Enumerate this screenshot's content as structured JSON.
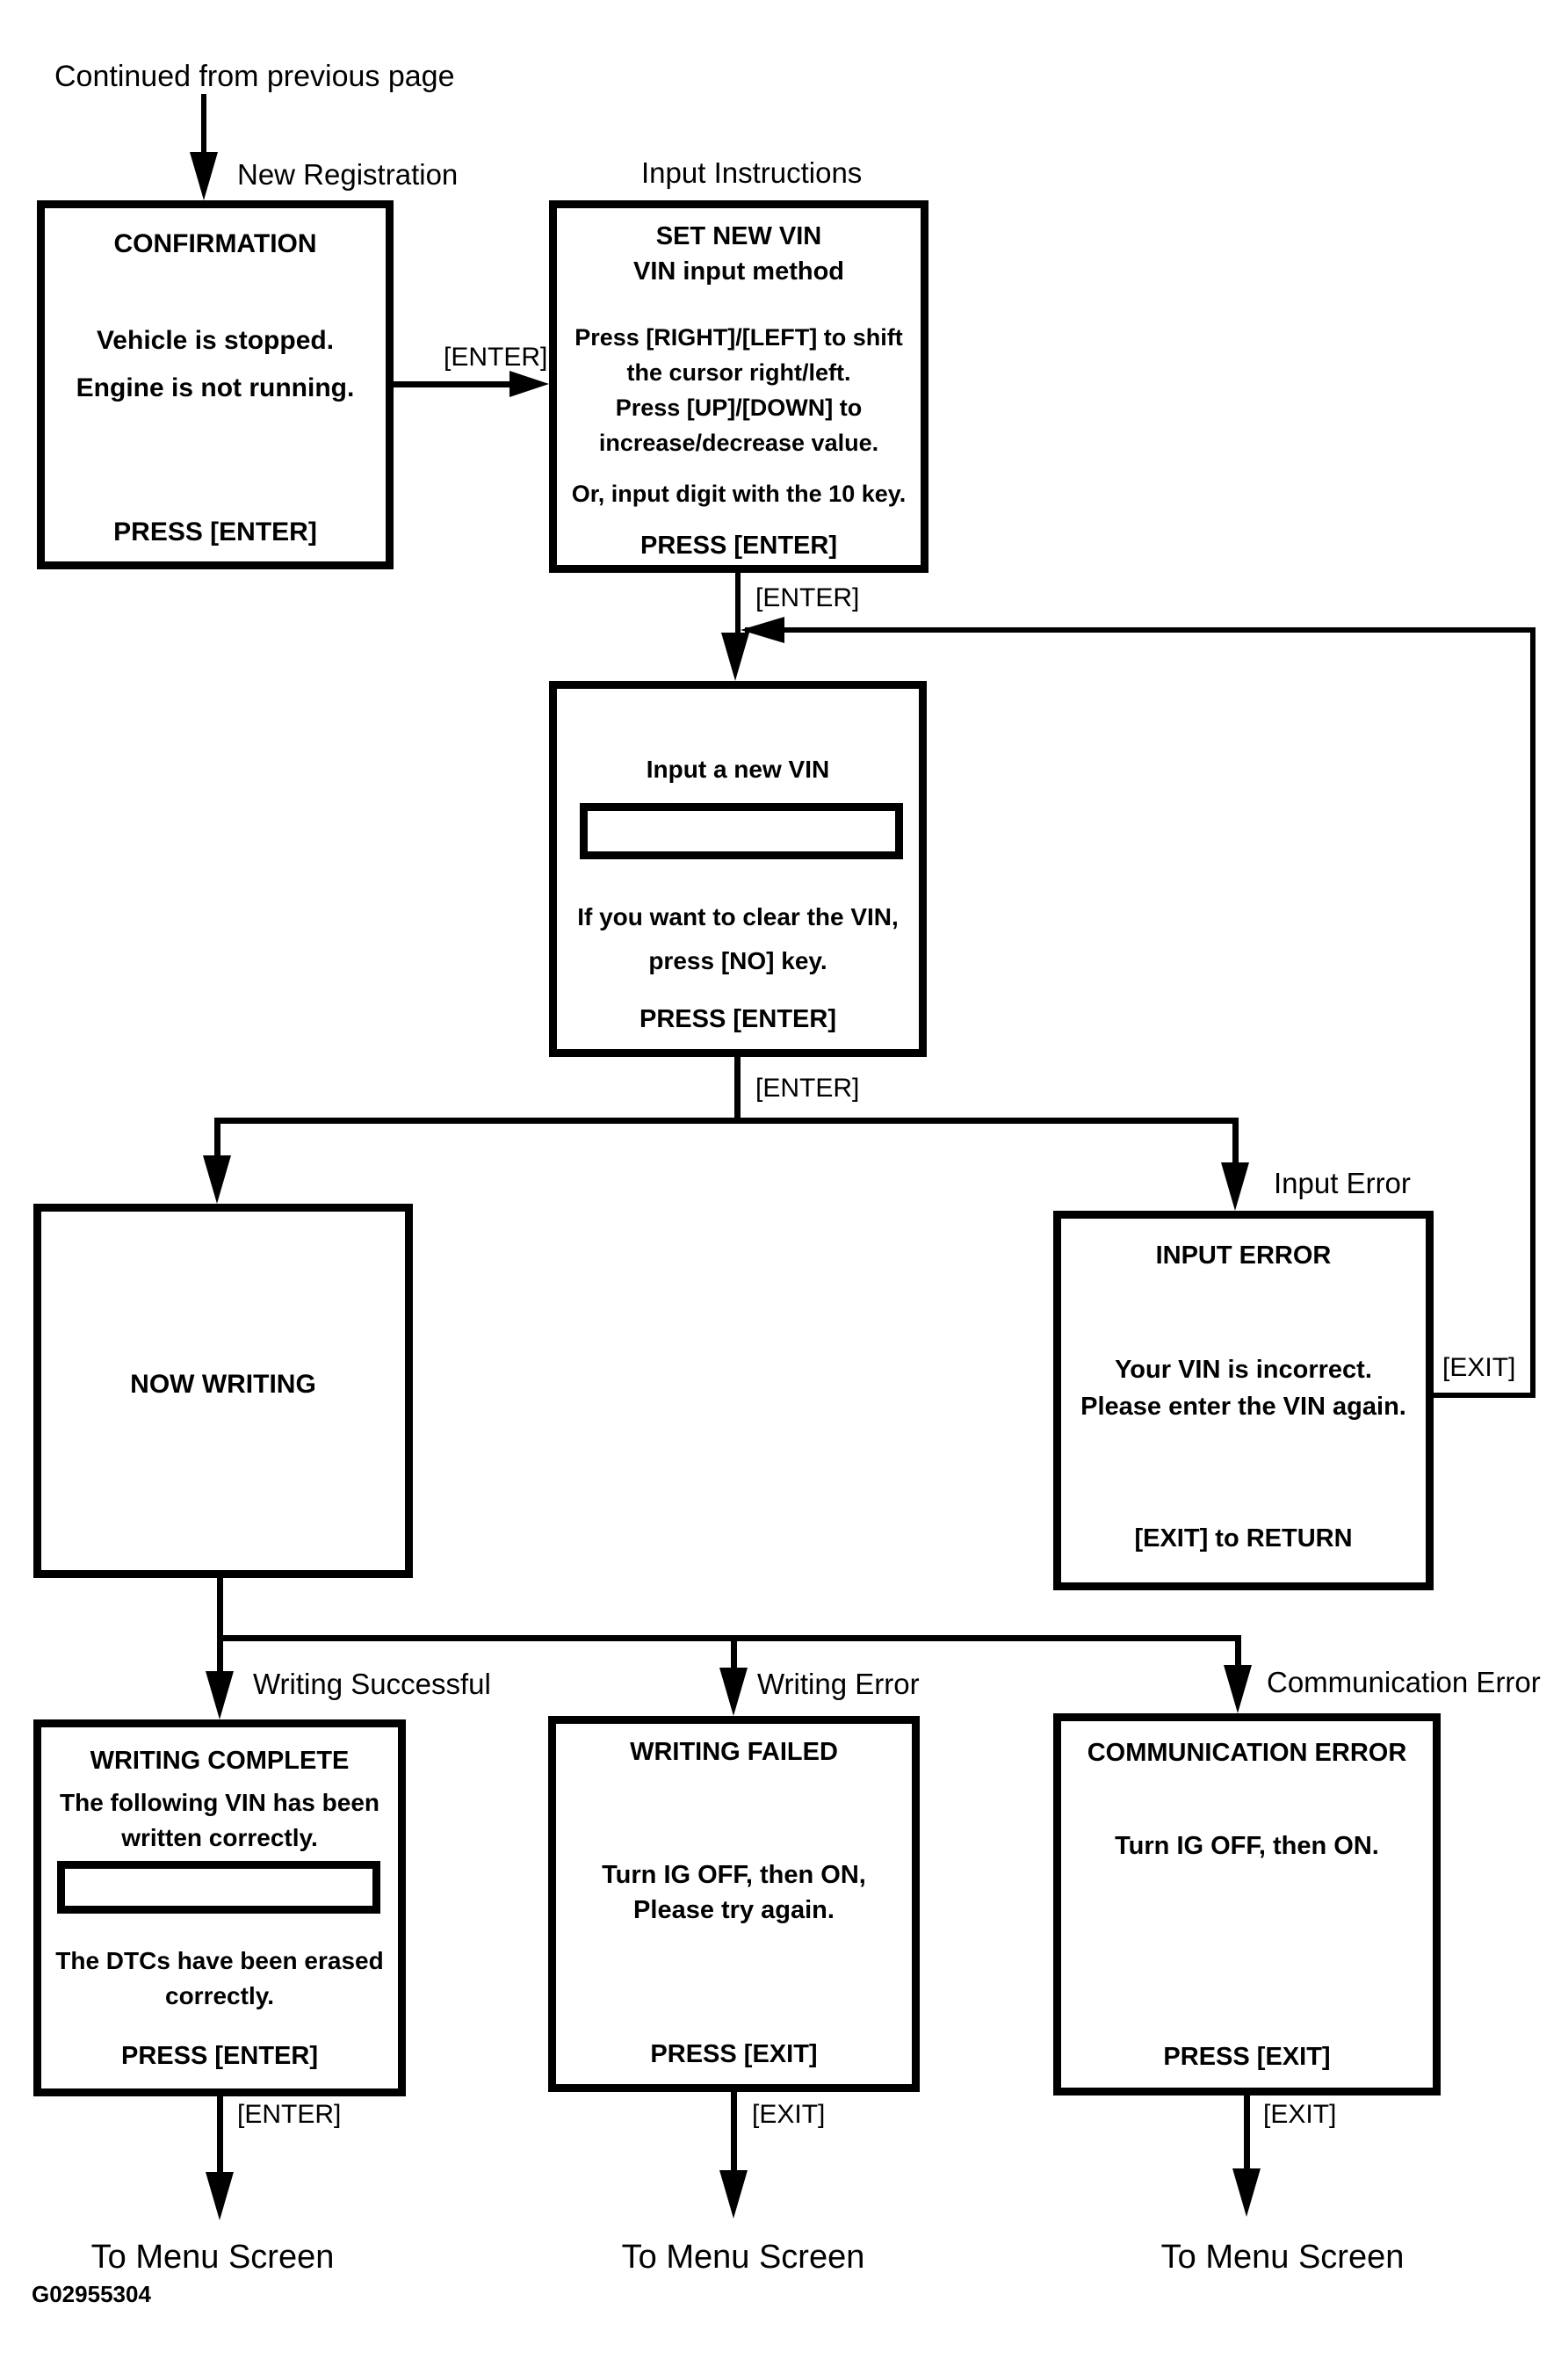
{
  "diagram": {
    "continued_from": "Continued from previous page",
    "figure_id": "G02955304",
    "to_menu_screen": "To Menu Screen"
  },
  "colors": {
    "line": "#000000",
    "background": "#ffffff",
    "text": "#000000"
  },
  "flow_labels": {
    "new_registration": "New Registration",
    "input_instructions": "Input Instructions",
    "enter_to_instructions": "[ENTER]",
    "enter_to_input_vin": "[ENTER]",
    "enter_after_input": "[ENTER]",
    "enter_below_complete": "[ENTER]",
    "exit_loop": "[EXIT]",
    "exit_below_failed": "[EXIT]",
    "exit_below_comm": "[EXIT]",
    "input_error": "Input Error",
    "writing_successful": "Writing Successful",
    "writing_error": "Writing Error",
    "communication_error": "Communication Error"
  },
  "screens": {
    "confirmation": {
      "title": "CONFIRMATION",
      "line1": "Vehicle is stopped.",
      "line2": "Engine is not running.",
      "press": "PRESS [ENTER]"
    },
    "set_new_vin": {
      "title": "SET NEW VIN",
      "subtitle": "VIN input method",
      "line1": "Press [RIGHT]/[LEFT] to shift",
      "line2": "the cursor right/left.",
      "line3": "Press [UP]/[DOWN] to",
      "line4": "increase/decrease value.",
      "line5": "Or, input digit with the 10 key.",
      "press": "PRESS [ENTER]"
    },
    "input_new_vin": {
      "title": "Input a new VIN",
      "vin_field_value": "",
      "line1": "If you want to clear the VIN,",
      "line2": "press [NO] key.",
      "press": "PRESS [ENTER]"
    },
    "now_writing": {
      "title": "NOW WRITING"
    },
    "input_error": {
      "title": "INPUT ERROR",
      "line1": "Your VIN is incorrect.",
      "line2": "Please enter the VIN again.",
      "press": "[EXIT] to RETURN"
    },
    "writing_complete": {
      "title": "WRITING COMPLETE",
      "line1": "The following VIN has been",
      "line2": "written correctly.",
      "vin_field_value": "",
      "line3": "The DTCs have been erased",
      "line4": "correctly.",
      "press": "PRESS [ENTER]"
    },
    "writing_failed": {
      "title": "WRITING FAILED",
      "line1": "Turn IG OFF, then ON,",
      "line2": "Please try again.",
      "press": "PRESS [EXIT]"
    },
    "communication_error": {
      "title": "COMMUNICATION ERROR",
      "line1": "Turn IG OFF, then ON.",
      "press": "PRESS [EXIT]"
    }
  }
}
